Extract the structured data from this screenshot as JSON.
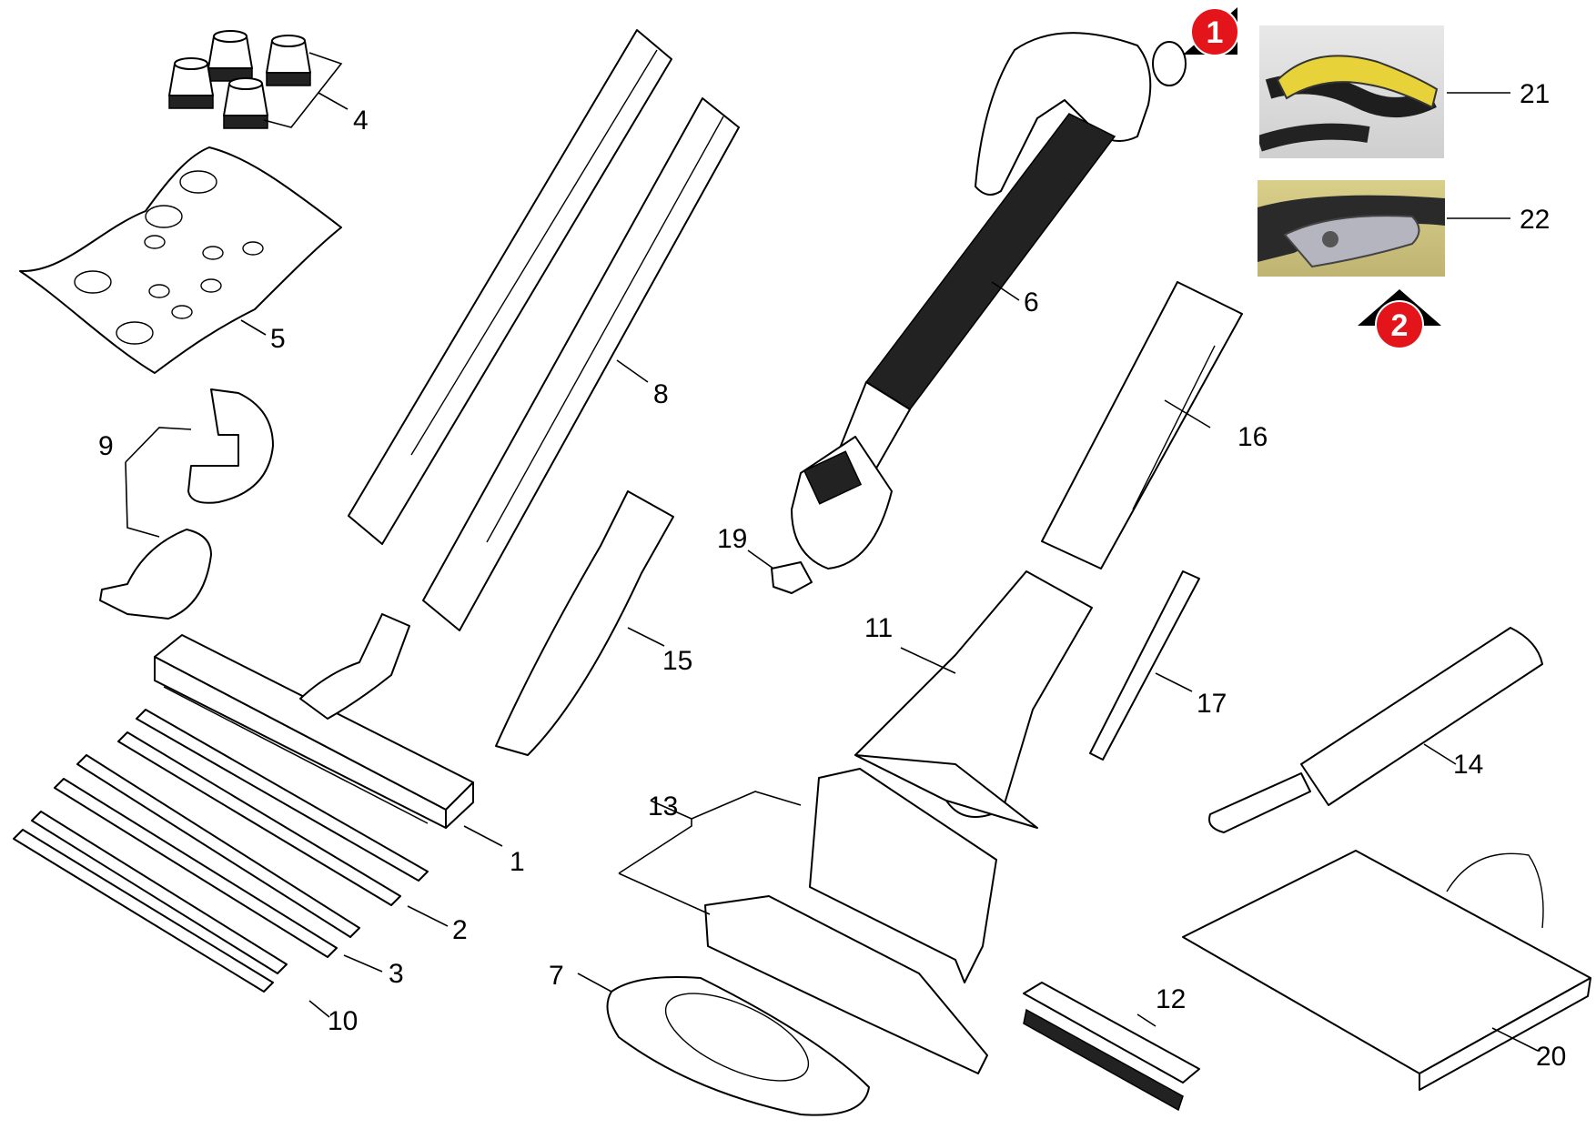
{
  "callouts": {
    "c1": "1",
    "c2": "2",
    "c3": "3",
    "c4": "4",
    "c5": "5",
    "c6": "6",
    "c7": "7",
    "c8": "8",
    "c9": "9",
    "c10": "10",
    "c11": "11",
    "c12": "12",
    "c13": "13",
    "c14": "14",
    "c15": "15",
    "c16": "16",
    "c17": "17",
    "c19": "19",
    "c20": "20",
    "c21": "21",
    "c22": "22"
  },
  "badges": {
    "badge1": "1",
    "badge2": "2"
  },
  "colors": {
    "badge_red": "#e3151b",
    "badge_arrow": "#000000",
    "handle_yellow": "#e7d23a"
  }
}
